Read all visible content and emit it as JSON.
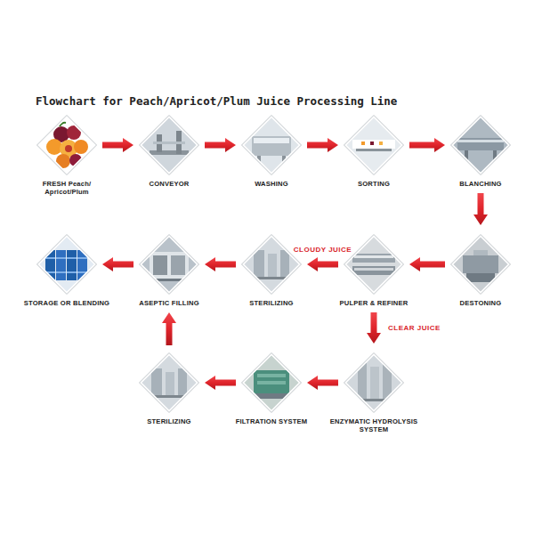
{
  "diagram": {
    "title": "Flowchart for Peach/Apricot/Plum Juice Processing Line",
    "nodes": [
      {
        "text": [
          "FRESH Peach/ Apricot/Plum"
        ]
      },
      {
        "text": [
          "CONVEYOR"
        ]
      },
      {
        "text": [
          "WASHING"
        ]
      },
      {
        "text": [
          "SORTING"
        ]
      },
      {
        "text": [
          "BLANCHING"
        ]
      },
      {
        "text": [
          "DESTONING"
        ]
      },
      {
        "text": [
          "PULPER & REFINER"
        ]
      },
      {
        "text": [
          "STERILIZING"
        ]
      },
      {
        "text": [
          "ASEPTIC FILLING"
        ]
      },
      {
        "text": [
          "STORAGE OR BLENDING"
        ]
      },
      {
        "text": [
          "ENZYMATIC HYDROLYSIS SYSTEM"
        ]
      },
      {
        "text": [
          "FILTRATION SYSTEM"
        ]
      },
      {
        "text": [
          "STERILIZING"
        ]
      }
    ],
    "edges": [
      {
        "from": 0,
        "to": 1,
        "arrow": "to"
      },
      {
        "from": 1,
        "to": 2,
        "arrow": "to"
      },
      {
        "from": 2,
        "to": 3,
        "arrow": "to"
      },
      {
        "from": 3,
        "to": 4,
        "arrow": "to"
      },
      {
        "from": 4,
        "to": 5,
        "arrow": "to"
      },
      {
        "from": 5,
        "to": 6,
        "arrow": "to"
      },
      {
        "from": 6,
        "to": 7,
        "label": "CLOUDY JUICE",
        "arrow": "to"
      },
      {
        "from": 7,
        "to": 8,
        "arrow": "to"
      },
      {
        "from": 8,
        "to": 9,
        "arrow": "to"
      },
      {
        "from": 6,
        "to": 10,
        "label": "CLEAR JUICE",
        "arrow": "to"
      },
      {
        "from": 10,
        "to": 11,
        "arrow": "to"
      },
      {
        "from": 11,
        "to": 12,
        "arrow": "to"
      },
      {
        "from": 12,
        "to": 8,
        "arrow": "to"
      }
    ]
  }
}
